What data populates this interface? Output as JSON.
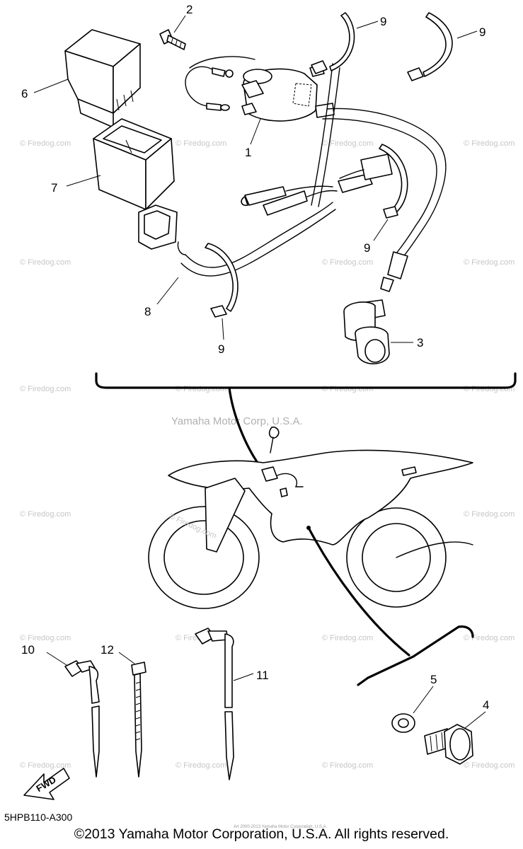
{
  "diagram": {
    "callouts": {
      "c1": "1",
      "c2": "2",
      "c3": "3",
      "c4": "4",
      "c5": "5",
      "c6": "6",
      "c7": "7",
      "c8": "8",
      "c9a": "9",
      "c9b": "9",
      "c9c": "9",
      "c9d": "9",
      "c10": "10",
      "c11": "11",
      "c12": "12"
    },
    "watermark_center": "Yamaha Motor Corp, U.S.A.",
    "watermark_tile": "© Firedog.com",
    "watermark_frame": "© Firedog.com",
    "fwd_label": "FWD"
  },
  "footer": {
    "part_code": "5HPB110-A300",
    "copyright": "©2013 Yamaha Motor Corporation, U.S.A. All rights reserved.",
    "fine_print": "Art 2000-2013 Yamaha Motor Corporation, U.S.A."
  },
  "icons": {
    "fwd": "fwd-arrow-icon"
  }
}
